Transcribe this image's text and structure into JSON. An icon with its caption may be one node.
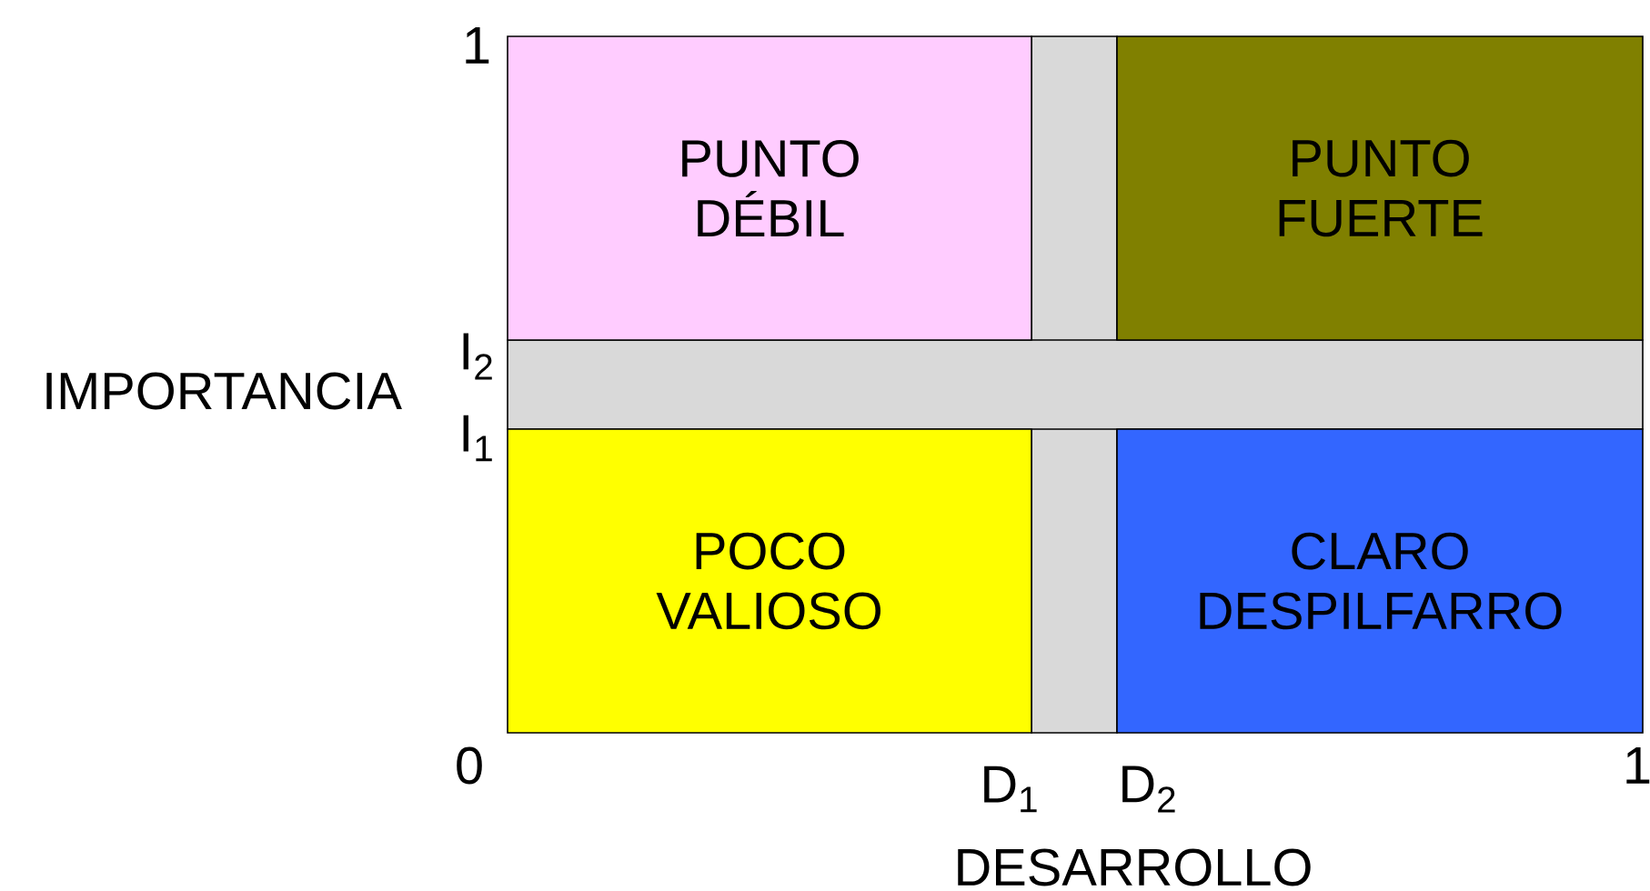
{
  "diagram": {
    "nodes": [
      {
        "text": [
          "PUNTO DÉBIL"
        ]
      },
      {
        "text": [
          "PUNTO FUERTE"
        ]
      },
      {
        "text": [
          "POCO VALIOSO"
        ]
      },
      {
        "text": [
          "CLARO DESPILFARRO"
        ]
      },
      {
        "text": [],
        "shape": "bar"
      },
      {
        "text": [],
        "shape": "bar"
      }
    ],
    "labels": [
      "1",
      "I$_{2}$",
      "IMPORTANCIA",
      "I$_{1}$",
      "0",
      "D$_{1}$",
      "D$_{2}$",
      "1",
      "DESARROLLO"
    ]
  }
}
